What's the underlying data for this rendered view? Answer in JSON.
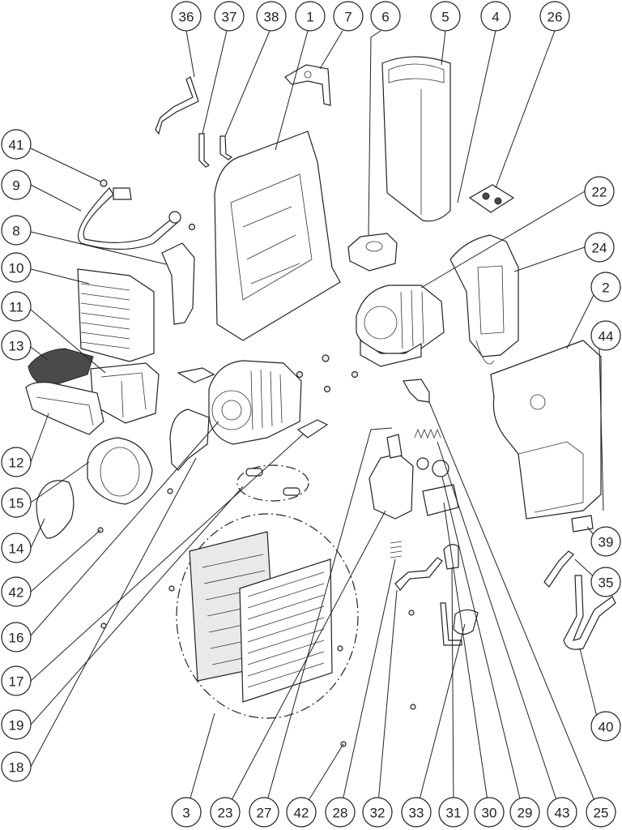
{
  "callouts": [
    {
      "id": "c36",
      "label": "36"
    },
    {
      "id": "c37",
      "label": "37"
    },
    {
      "id": "c38",
      "label": "38"
    },
    {
      "id": "c1",
      "label": "1"
    },
    {
      "id": "c7",
      "label": "7"
    },
    {
      "id": "c6",
      "label": "6"
    },
    {
      "id": "c5",
      "label": "5"
    },
    {
      "id": "c4",
      "label": "4"
    },
    {
      "id": "c26",
      "label": "26"
    },
    {
      "id": "c41",
      "label": "41"
    },
    {
      "id": "c9",
      "label": "9"
    },
    {
      "id": "c8",
      "label": "8"
    },
    {
      "id": "c10",
      "label": "10"
    },
    {
      "id": "c11",
      "label": "11"
    },
    {
      "id": "c13",
      "label": "13"
    },
    {
      "id": "c22",
      "label": "22"
    },
    {
      "id": "c24",
      "label": "24"
    },
    {
      "id": "c2",
      "label": "2"
    },
    {
      "id": "c44",
      "label": "44"
    },
    {
      "id": "c12",
      "label": "12"
    },
    {
      "id": "c15",
      "label": "15"
    },
    {
      "id": "c14",
      "label": "14"
    },
    {
      "id": "c42a",
      "label": "42"
    },
    {
      "id": "c16",
      "label": "16"
    },
    {
      "id": "c17",
      "label": "17"
    },
    {
      "id": "c19",
      "label": "19"
    },
    {
      "id": "c18",
      "label": "18"
    },
    {
      "id": "c39",
      "label": "39"
    },
    {
      "id": "c35",
      "label": "35"
    },
    {
      "id": "c40",
      "label": "40"
    },
    {
      "id": "c3",
      "label": "3"
    },
    {
      "id": "c23",
      "label": "23"
    },
    {
      "id": "c27",
      "label": "27"
    },
    {
      "id": "c42b",
      "label": "42"
    },
    {
      "id": "c28",
      "label": "28"
    },
    {
      "id": "c32",
      "label": "32"
    },
    {
      "id": "c33",
      "label": "33"
    },
    {
      "id": "c31",
      "label": "31"
    },
    {
      "id": "c30",
      "label": "30"
    },
    {
      "id": "c29",
      "label": "29"
    },
    {
      "id": "c43",
      "label": "43"
    },
    {
      "id": "c25",
      "label": "25"
    }
  ]
}
